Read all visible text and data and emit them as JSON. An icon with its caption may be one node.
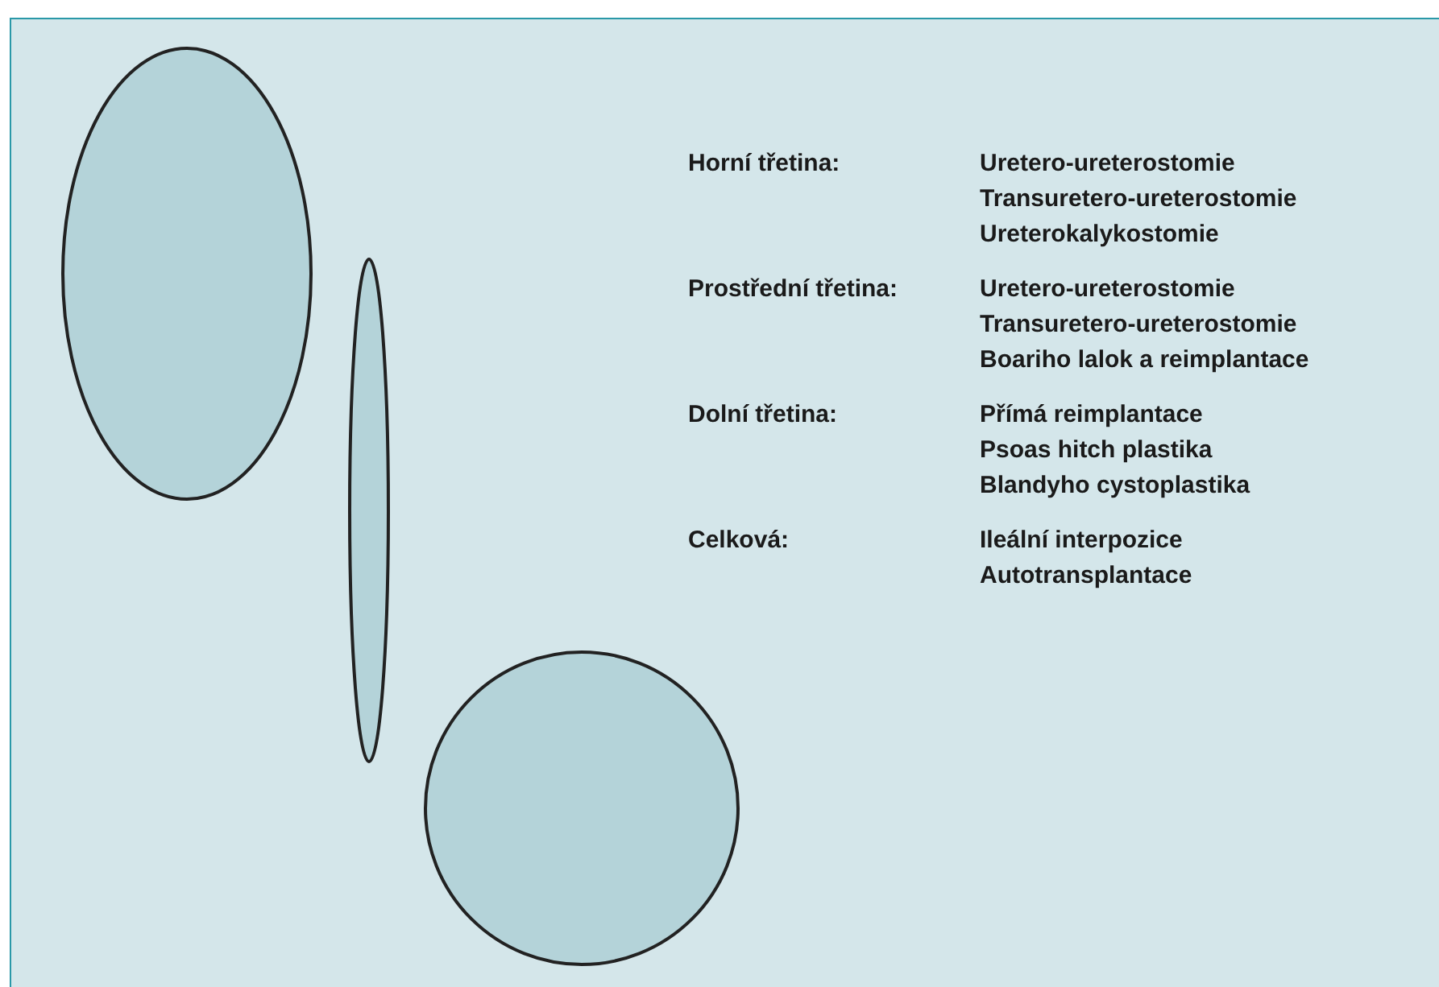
{
  "diagram": {
    "nodes": [
      {
        "text": [],
        "shape": "ellipse"
      },
      {
        "text": [],
        "shape": "ellipse"
      },
      {
        "text": [],
        "shape": "circle"
      }
    ],
    "labels": [
      "Horní třetina:",
      "Uretero-ureterostomie",
      "Transuretero-ureterostomie",
      "Ureterokalykostomie",
      "Prostřední třetina:",
      "Uretero-ureterostomie",
      "Transuretero-ureterostomie",
      "Boariho lalok a reimplantace",
      "Dolní třetina:",
      "Přímá reimplantace",
      "Psoas hitch plastika",
      "Blandyho cystoplastika",
      "Celková:",
      "Ileální interpozice",
      "Autotransplantace"
    ]
  }
}
